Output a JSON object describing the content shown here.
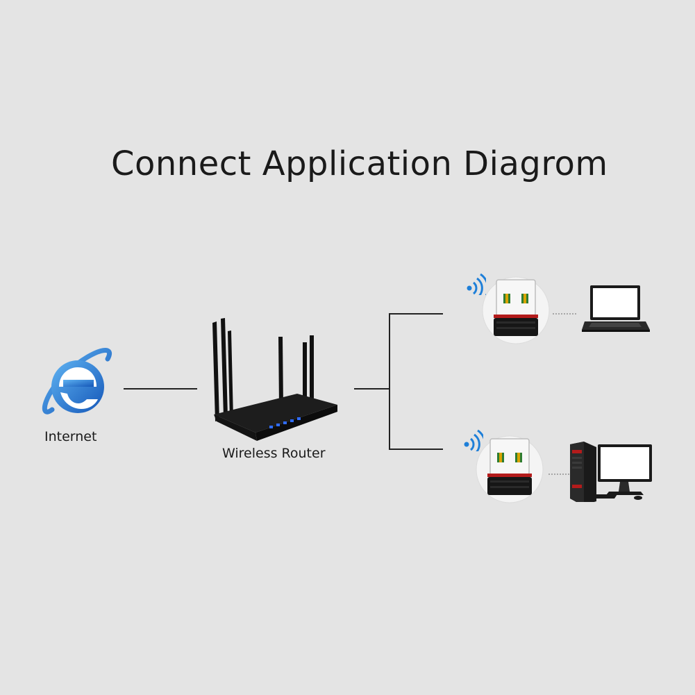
{
  "title": "Connect Application Diagrom",
  "nodes": {
    "internet": {
      "label": "Internet",
      "icon": "internet-explorer-icon"
    },
    "router": {
      "label": "Wireless Router",
      "icon": "wireless-router-icon"
    },
    "clients": [
      {
        "adapter_icon": "usb-wifi-adapter-icon",
        "device_icon": "laptop-icon"
      },
      {
        "adapter_icon": "usb-wifi-adapter-icon",
        "device_icon": "desktop-computer-icon"
      }
    ]
  },
  "colors": {
    "background": "#e4e4e4",
    "ie_blue": "#1a6fd0",
    "wifi_blue": "#1e7fd8",
    "adapter_red": "#b31b1b",
    "router_led": "#2f6cff"
  }
}
